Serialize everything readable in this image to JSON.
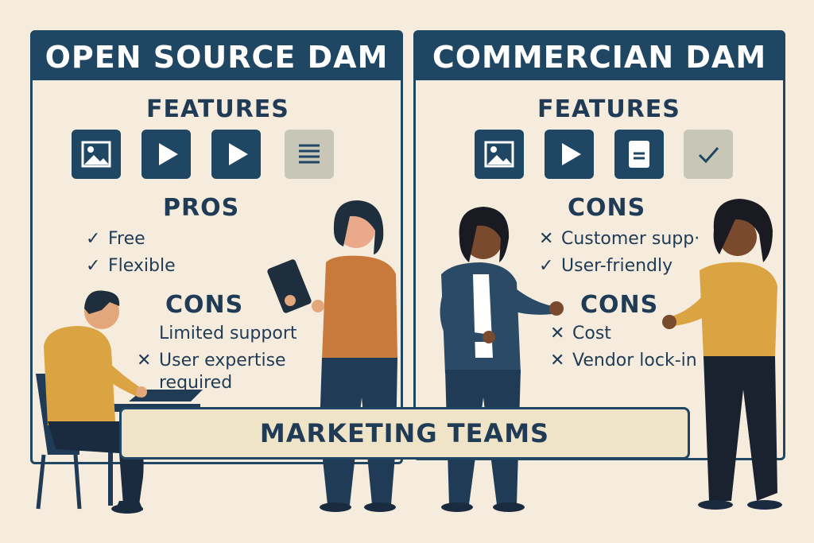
{
  "left_panel": {
    "title": "OPEN SOURCE DAM",
    "features_heading": "FEATURES",
    "icons": [
      "image-icon",
      "play-icon",
      "play-icon",
      "list-icon"
    ],
    "pros_heading": "PROS",
    "pros": [
      {
        "mark": "✓",
        "text": "Free"
      },
      {
        "mark": "✓",
        "text": "Flexible"
      }
    ],
    "cons_heading": "CONS",
    "cons": [
      {
        "mark": "",
        "text": "Limited support"
      },
      {
        "mark": "✕",
        "text": "User expertise"
      },
      {
        "mark": "",
        "text": "required"
      }
    ]
  },
  "right_panel": {
    "title": "COMMERCIAN DAM",
    "features_heading": "FEATURES",
    "icons": [
      "image-icon",
      "play-icon",
      "document-icon",
      "check-icon"
    ],
    "cons_heading_1": "CONS",
    "list_1": [
      {
        "mark": "✕",
        "text": "Customer supp·"
      },
      {
        "mark": "✓",
        "text": "User-friendly"
      }
    ],
    "cons_heading_2": "CONS",
    "list_2": [
      {
        "mark": "✕",
        "text": "Cost"
      },
      {
        "mark": "✕",
        "text": "Vendor lock-in"
      }
    ]
  },
  "banner": {
    "label": "MARKETING TEAMS"
  },
  "colors": {
    "navy": "#1f4662",
    "background": "#f6ecdd",
    "grey_icon": "#c8c6b6",
    "banner": "#efe3c8"
  }
}
